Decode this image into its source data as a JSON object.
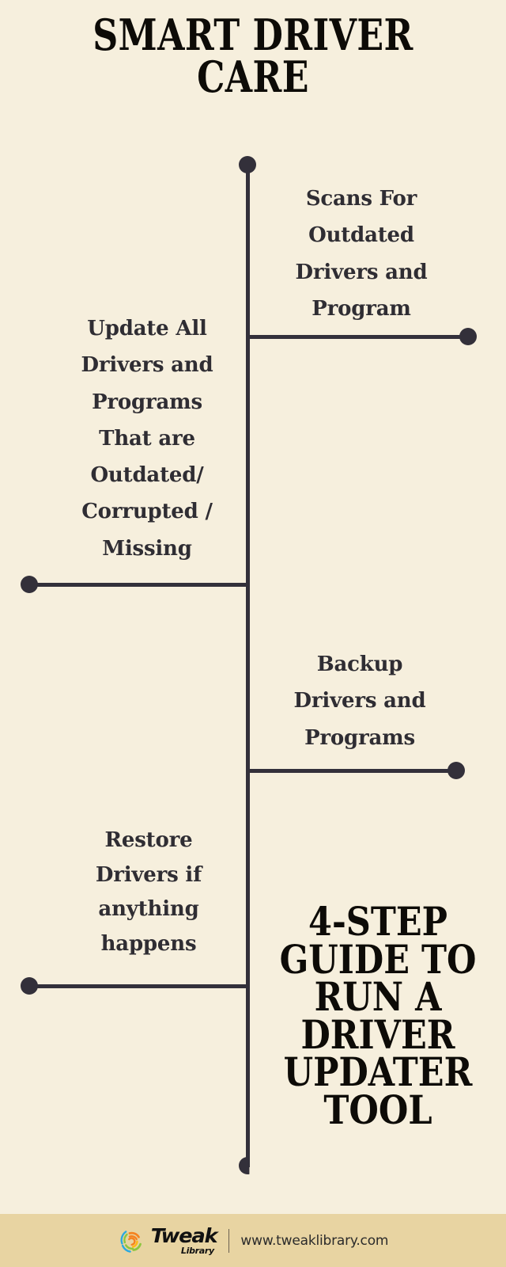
{
  "title": "SMART DRIVER\nCARE",
  "steps": [
    {
      "id": "scan",
      "text": "Scans For\nOutdated\nDrivers and\nProgram"
    },
    {
      "id": "update",
      "text": "Update All\nDrivers and\nPrograms\nThat are\nOutdated/\nCorrupted /\nMissing"
    },
    {
      "id": "backup",
      "text": "Backup\nDrivers and\nPrograms"
    },
    {
      "id": "restore",
      "text": "Restore\nDrivers if\nanything\nhappens"
    }
  ],
  "headline": "4-STEP\nGUIDE TO\nRUN A\nDRIVER\nUPDATER\nTOOL",
  "footer": {
    "brand_primary": "Tweak",
    "brand_secondary": "Library",
    "url": "www.tweaklibrary.com"
  },
  "colors": {
    "background": "#f6efdd",
    "ink": "#33303a",
    "title_ink": "#0d0b07",
    "footer_bar": "#e8d4a2",
    "logo_blue": "#2ba9e0",
    "logo_green": "#8cc63f",
    "logo_orange": "#f58220",
    "logo_yellow": "#fdb913"
  }
}
